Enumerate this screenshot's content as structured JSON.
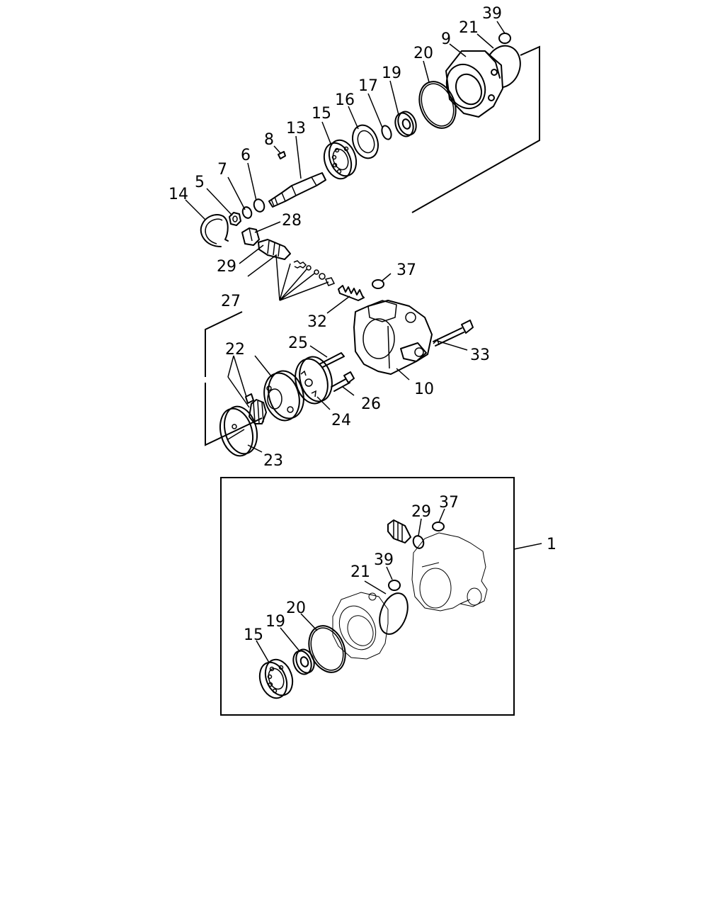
{
  "callouts": {
    "c39a": "39",
    "c21a": "21",
    "c9": "9",
    "c20a": "20",
    "c19a": "19",
    "c17": "17",
    "c16": "16",
    "c15a": "15",
    "c13": "13",
    "c8": "8",
    "c6": "6",
    "c7": "7",
    "c5": "5",
    "c14": "14",
    "c28": "28",
    "c29a": "29",
    "c37a": "37",
    "c27": "27",
    "c32": "32",
    "c25": "25",
    "c33": "33",
    "c22": "22",
    "c10": "10",
    "c26": "26",
    "c24": "24",
    "c23": "23",
    "c1": "1",
    "c29b": "29",
    "c37b": "37",
    "c21b": "21",
    "c39b": "39",
    "c20b": "20",
    "c19b": "19",
    "c15b": "15"
  }
}
